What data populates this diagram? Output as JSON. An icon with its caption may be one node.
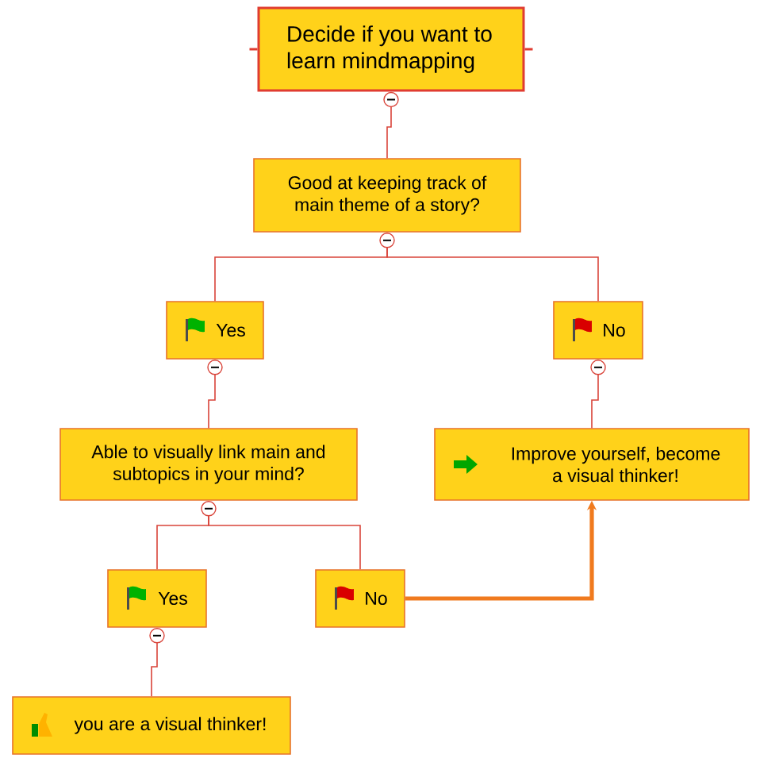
{
  "diagram": {
    "nodes": [
      {
        "text": [
          "Decide if you want to learn mindmapping"
        ]
      },
      {
        "text": [
          "Good at keeping track of main theme of a story?"
        ]
      },
      {
        "text": [
          "Yes"
        ]
      },
      {
        "text": [
          "No"
        ]
      },
      {
        "text": [
          "Able to visually link main and subtopics in your mind?"
        ]
      },
      {
        "text": [
          "Improve yourself, become a visual thinker!"
        ]
      },
      {
        "text": [
          "Yes"
        ]
      },
      {
        "text": [
          "No"
        ]
      },
      {
        "text": [
          "you are a visual thinker!"
        ]
      }
    ],
    "edges": [
      {
        "from": 0,
        "to": 1,
        "arrow": "none"
      },
      {
        "from": 1,
        "to": 2,
        "arrow": "none"
      },
      {
        "from": 1,
        "to": 3,
        "arrow": "none"
      },
      {
        "from": 2,
        "to": 4,
        "arrow": "none"
      },
      {
        "from": 3,
        "to": 5,
        "arrow": "none"
      },
      {
        "from": 4,
        "to": 6,
        "arrow": "none"
      },
      {
        "from": 4,
        "to": 7,
        "arrow": "none"
      },
      {
        "from": 6,
        "to": 8,
        "arrow": "none"
      },
      {
        "from": 7,
        "to": 5,
        "arrow": "to",
        "style": "thick",
        "color": "#f07a1e"
      }
    ]
  }
}
